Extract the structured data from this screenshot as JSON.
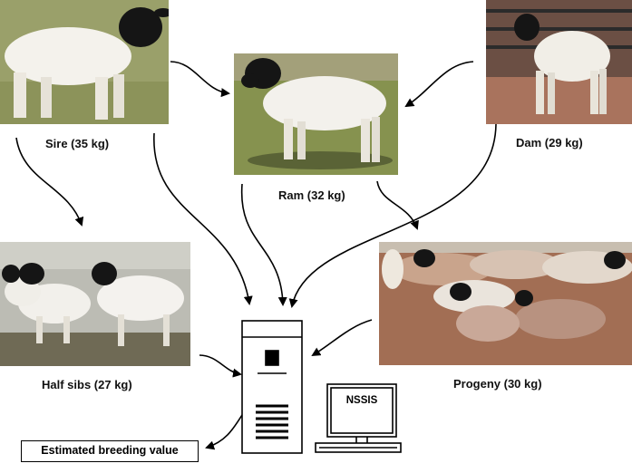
{
  "nodes": {
    "sire": {
      "label": "Sire (35 kg)"
    },
    "ram": {
      "label": "Ram (32 kg)"
    },
    "dam": {
      "label": "Dam (29 kg)"
    },
    "half_sibs": {
      "label": "Half sibs (27 kg)"
    },
    "progeny": {
      "label": "Progeny (30 kg)"
    }
  },
  "computer": {
    "monitor_label": "NSSIS"
  },
  "output": {
    "label": "Estimated breeding value"
  },
  "colors": {
    "grass": "#8f9a62",
    "sheep_body": "#f2f0ea",
    "sheep_head": "#141414",
    "soil": "#9a6d52"
  }
}
